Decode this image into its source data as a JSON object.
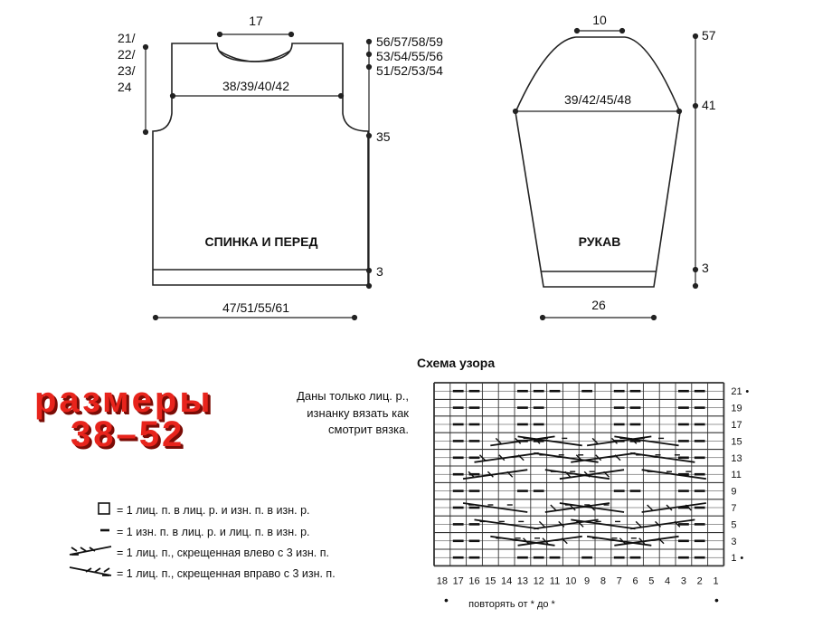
{
  "back": {
    "label": "СПИНКА И ПЕРЕД",
    "neck_width": "17",
    "chest_width": "38/39/40/42",
    "bottom_width": "47/51/55/61",
    "armhole_height": "21/ 22/ 23/ 24",
    "armhole_height_lines": [
      "21/",
      "22/",
      "23/",
      "24"
    ],
    "heights": [
      "56/57/58/59",
      "53/54/55/56",
      "51/52/53/54"
    ],
    "underarm_height": "35",
    "rib_height": "3"
  },
  "sleeve": {
    "label": "РУКАВ",
    "top_width": "10",
    "width": "39/42/45/48",
    "cuff_width": "26",
    "total_height": "57",
    "underarm_height": "41",
    "rib_height": "3"
  },
  "sizes": {
    "line1": "размеры",
    "line2": "38–52"
  },
  "legend": {
    "items": [
      {
        "symbol": "knit-square-icon",
        "text": "= 1 лиц. п. в лиц. р. и изн. п. в изн. р."
      },
      {
        "symbol": "purl-dash-icon",
        "text": "= 1 изн. п. в лиц. р. и лиц. п. в изн. р."
      },
      {
        "symbol": "cross-left-icon",
        "text": "= 1 лиц. п., скрещенная влево с 3 изн. п."
      },
      {
        "symbol": "cross-right-icon",
        "text": "= 1 лиц. п., скрещенная вправо с 3 изн. п."
      }
    ]
  },
  "chart": {
    "title": "Схема узора",
    "note_lines": [
      "Даны только лиц. р.,",
      "изнанку вязать как",
      "смотрит вязка."
    ],
    "row_numbers": [
      "21",
      "19",
      "17",
      "15",
      "13",
      "11",
      "9",
      "7",
      "5",
      "3",
      "1"
    ],
    "column_numbers": [
      "18",
      "17",
      "16",
      "15",
      "14",
      "13",
      "12",
      "11",
      "10",
      "9",
      "8",
      "7",
      "6",
      "5",
      "4",
      "3",
      "2",
      "1"
    ],
    "repeat_text": "повторять от * до *",
    "marker": "•"
  }
}
